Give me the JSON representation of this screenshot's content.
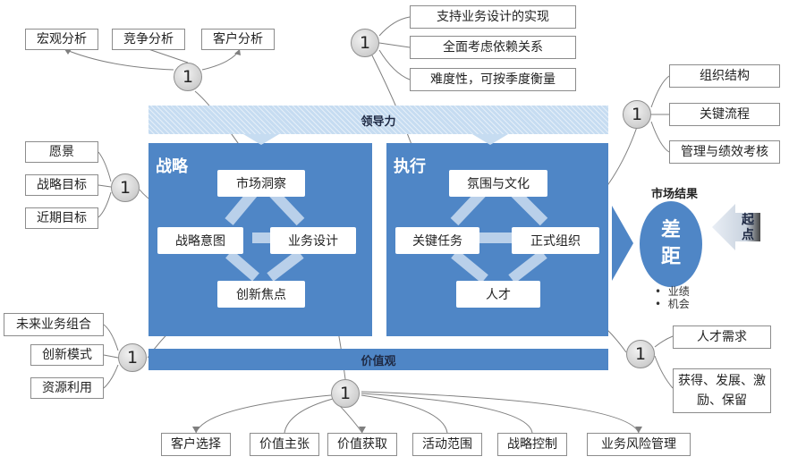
{
  "lead_bar": "领导力",
  "value_bar": "价值观",
  "strategy": {
    "title": "战略",
    "market_insight": "市场洞察",
    "strategic_intent": "战略意图",
    "business_design": "业务设计",
    "innovation_focus": "创新焦点"
  },
  "execution": {
    "title": "执行",
    "climate_culture": "氛围与文化",
    "critical_tasks": "关键任务",
    "formal_org": "正式组织",
    "talent": "人才"
  },
  "market_result": {
    "title": "市场结果",
    "gap": "差距",
    "start": "起点",
    "bullets": [
      "业绩",
      "机会"
    ]
  },
  "circle_label": "1",
  "top_left_boxes": [
    "宏观分析",
    "竞争分析",
    "客户分析"
  ],
  "left_mid_boxes": [
    "愿景",
    "战略目标",
    "近期目标"
  ],
  "left_bottom_boxes": [
    "未来业务组合",
    "创新模式",
    "资源利用"
  ],
  "top_center_boxes": [
    "支持业务设计的实现",
    "全面考虑依赖关系",
    "难度性，可按季度衡量"
  ],
  "right_top_boxes": [
    "组织结构",
    "关键流程",
    "管理与绩效考核"
  ],
  "right_bottom_boxes": [
    "人才需求",
    "获得、发展、激励、保留"
  ],
  "bottom_boxes": [
    "客户选择",
    "价值主张",
    "价值获取",
    "活动范围",
    "战略控制",
    "业务风险管理"
  ],
  "colors": {
    "panel": "#4f86c6",
    "lead_bar": "#c6dcf1",
    "line": "#7f7f7f"
  }
}
